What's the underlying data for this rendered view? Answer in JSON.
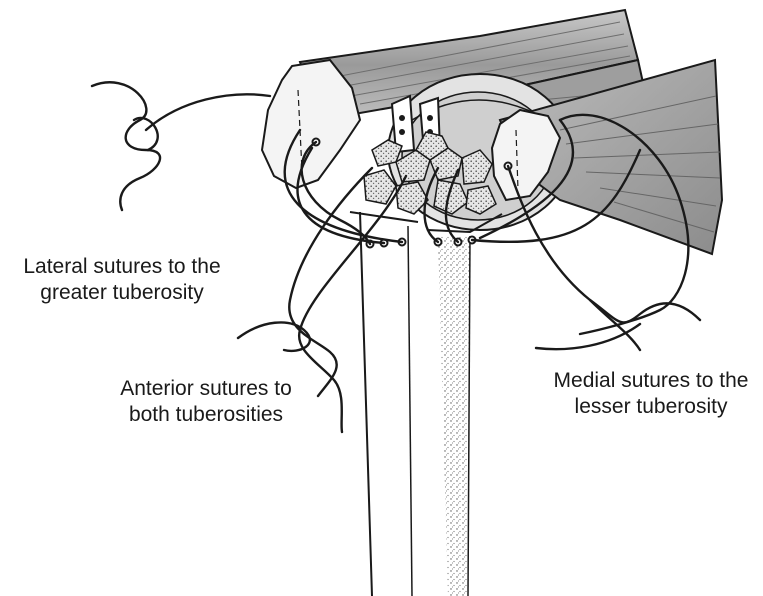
{
  "labels": {
    "lateral": {
      "line1": "Lateral sutures to the",
      "line2": "greater tuberosity"
    },
    "anterior": {
      "line1": "Anterior sutures to",
      "line2": "both tuberosities"
    },
    "medial": {
      "line1": "Medial sutures to the",
      "line2": "lesser tuberosity"
    }
  },
  "colors": {
    "ink": "#1a1a1a",
    "muscle_fill": "#b9b9b9",
    "muscle_dark": "#8a8a8a",
    "bone_fill": "#f2f2f2",
    "graft_fill": "#d9d9d9"
  }
}
